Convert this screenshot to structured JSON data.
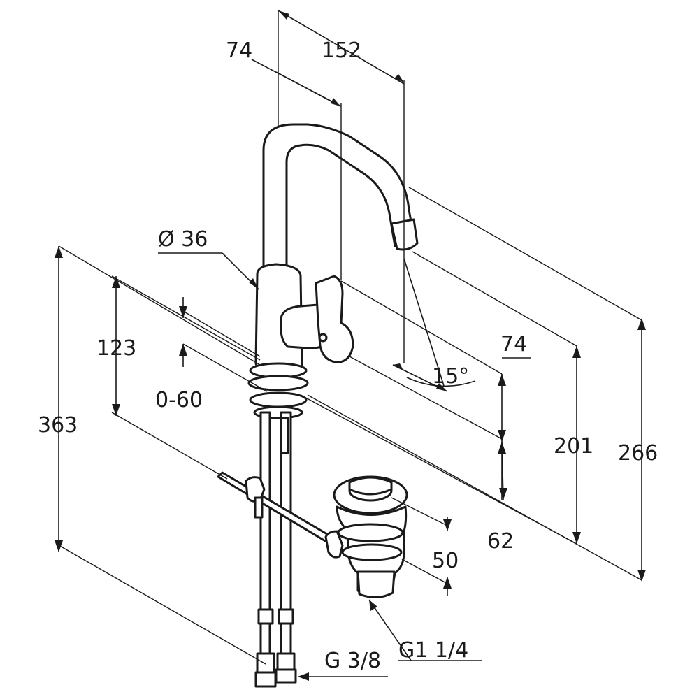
{
  "dimensions": {
    "d152": "152",
    "d74_top": "74",
    "d36": "Ø 36",
    "d123": "123",
    "d0_60": "0-60",
    "d363": "363",
    "d74_right": "74",
    "d15": "15°",
    "d201": "201",
    "d266": "266",
    "d62": "62",
    "d50": "50",
    "g38": "G 3/8",
    "g114": "G1 1/4"
  }
}
